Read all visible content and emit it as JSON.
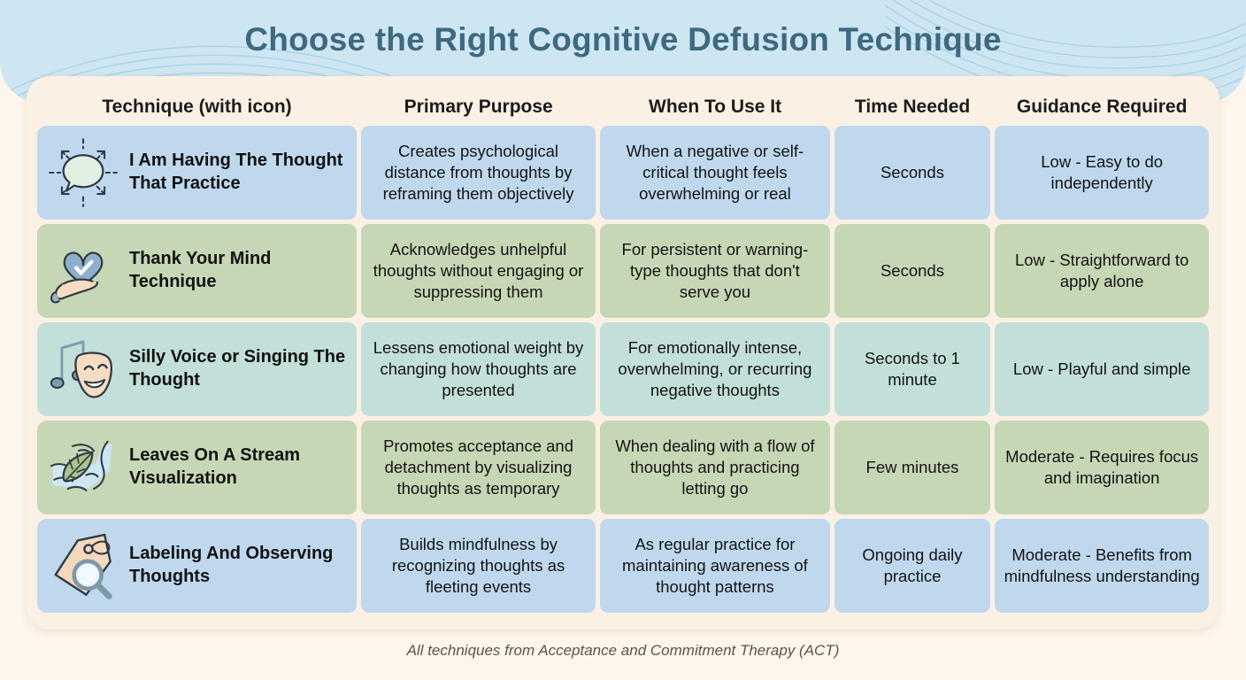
{
  "title": "Choose the Right Cognitive Defusion Technique",
  "footer": "All techniques from Acceptance and Commitment Therapy (ACT)",
  "colors": {
    "header_band": "#cde6f2",
    "card": "#fbf0e4",
    "page_bg": "#fdf6ec",
    "title_text": "#3d6a80",
    "row_blue": "#bfd8ee",
    "row_green": "#c6d7b5",
    "row_teal": "#c3dfd9"
  },
  "columns": [
    {
      "label": "Technique (with icon)"
    },
    {
      "label": "Primary Purpose"
    },
    {
      "label": "When To Use It"
    },
    {
      "label": "Time Needed"
    },
    {
      "label": "Guidance Required"
    }
  ],
  "rows": [
    {
      "icon": "speech-bubble-radiating-icon",
      "technique": "I Am Having The Thought That Practice",
      "primary_purpose": "Creates psychological distance from thoughts by reframing them objectively",
      "when_to_use": "When a negative or self-critical thought feels overwhelming or real",
      "time_needed": "Seconds",
      "guidance_required": "Low - Easy to do independently",
      "color": "#bfd8ee"
    },
    {
      "icon": "heart-in-hand-check-icon",
      "technique": "Thank Your Mind Technique",
      "primary_purpose": "Acknowledges unhelpful thoughts without engaging or suppressing them",
      "when_to_use": "For persistent or warning-type thoughts that don't serve you",
      "time_needed": "Seconds",
      "guidance_required": "Low - Straightforward to apply alone",
      "color": "#c6d7b5"
    },
    {
      "icon": "music-note-theater-mask-icon",
      "technique": "Silly Voice or Singing The Thought",
      "primary_purpose": "Lessens emotional weight by changing how thoughts are presented",
      "when_to_use": "For emotionally intense, overwhelming, or recurring negative thoughts",
      "time_needed": "Seconds to 1 minute",
      "guidance_required": "Low - Playful and simple",
      "color": "#c3dfd9"
    },
    {
      "icon": "leaf-on-stream-icon",
      "technique": "Leaves On A Stream Visualization",
      "primary_purpose": "Promotes acceptance and detachment by visualizing thoughts as temporary",
      "when_to_use": "When dealing with a flow of thoughts and practicing letting go",
      "time_needed": "Few minutes",
      "guidance_required": "Moderate - Requires focus and imagination",
      "color": "#c6d7b5"
    },
    {
      "icon": "tag-magnifier-icon",
      "technique": "Labeling And Observing Thoughts",
      "primary_purpose": "Builds mindfulness by recognizing thoughts as fleeting events",
      "when_to_use": "As regular practice for maintaining awareness of thought patterns",
      "time_needed": "Ongoing daily practice",
      "guidance_required": "Moderate - Benefits from mindfulness understanding",
      "color": "#bfd8ee"
    }
  ]
}
